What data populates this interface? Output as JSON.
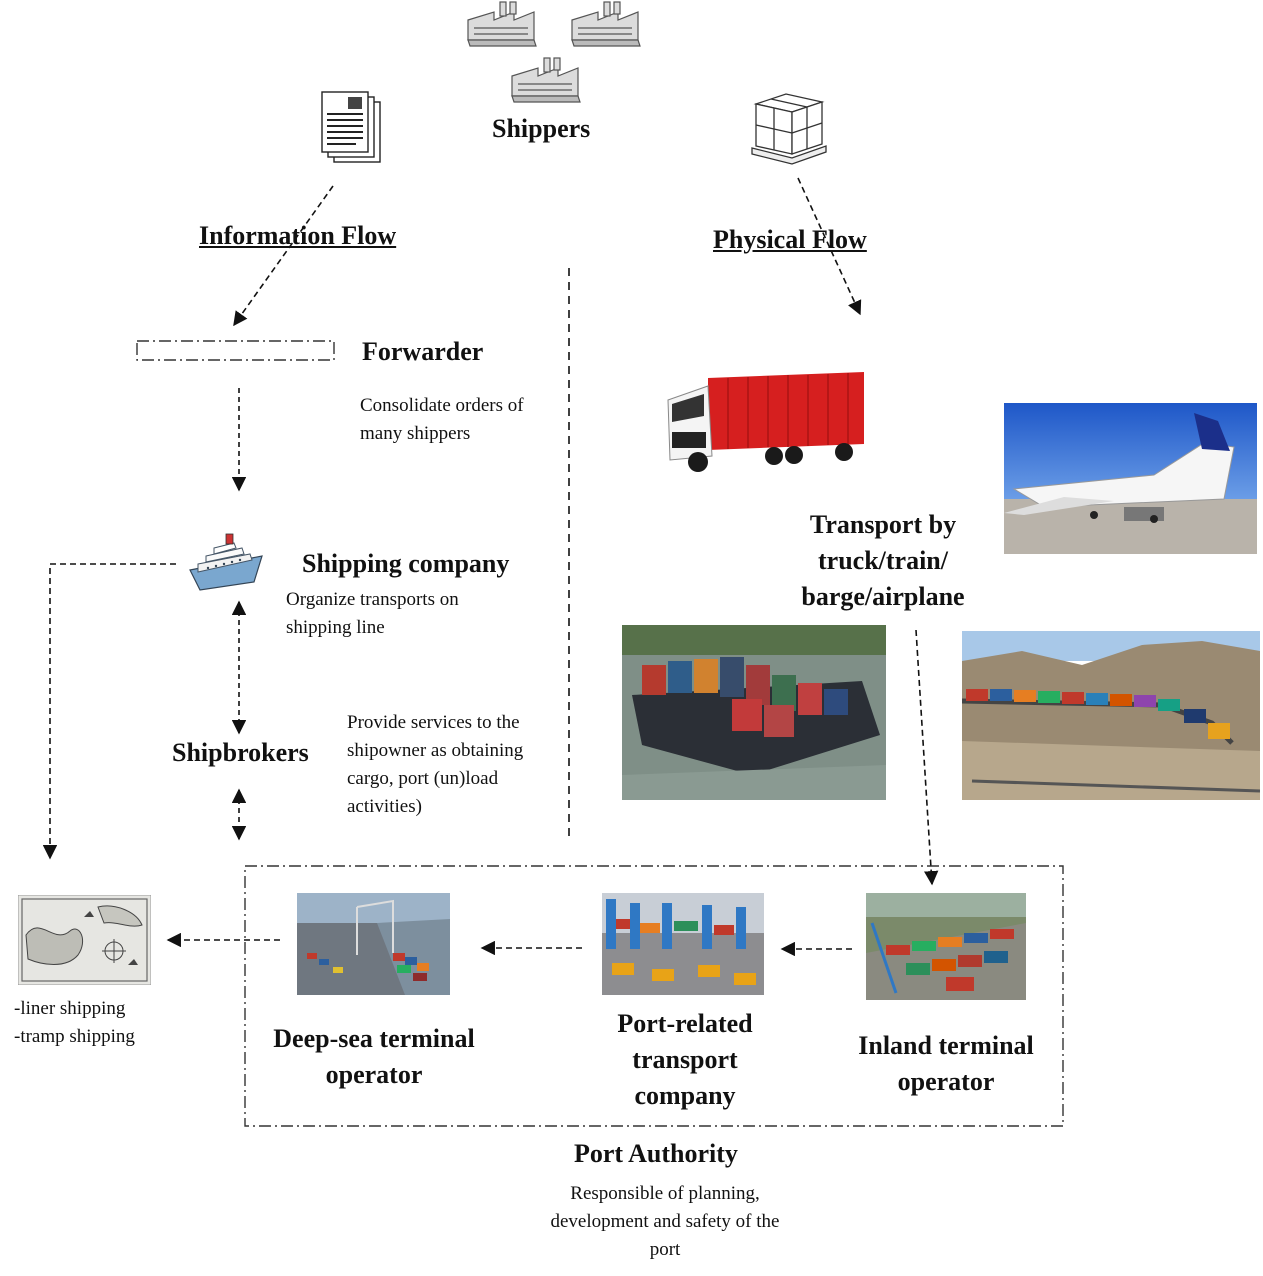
{
  "actors": {
    "shippers": "Shippers",
    "forwarder": "Forwarder",
    "shipping_company": "Shipping company",
    "shipbrokers": "Shipbrokers",
    "transport_mode": "Transport by truck/train/ barge/airplane",
    "deep_sea_operator": "Deep-sea terminal operator",
    "port_transport": "Port-related transport company",
    "inland_operator": "Inland terminal operator",
    "port_authority": "Port Authority"
  },
  "flows": {
    "information": "Information Flow",
    "physical": "Physical Flow"
  },
  "descriptions": {
    "forwarder": "Consolidate orders of many shippers",
    "shipping_company": "Organize transports on shipping line",
    "shipbrokers": "Provide services to the shipowner as obtaining cargo, port (un)load activities)",
    "port_authority": "Responsible of planning, development and safety of the port"
  },
  "shipping_types": {
    "liner": "-liner shipping",
    "tramp": "-tramp shipping"
  },
  "icons": {
    "factories": "factory-icon",
    "documents": "documents-icon",
    "boxes": "boxes-on-pallet-icon",
    "ship": "cruise-ship-icon",
    "truck": "truck-photo",
    "airplane": "cargo-airplane-photo",
    "barge": "container-barge-photo",
    "train": "container-train-photo",
    "deep_sea": "deep-sea-terminal-photo",
    "port_transport": "port-transport-photo",
    "inland": "inland-terminal-photo",
    "map": "old-map-photo"
  }
}
